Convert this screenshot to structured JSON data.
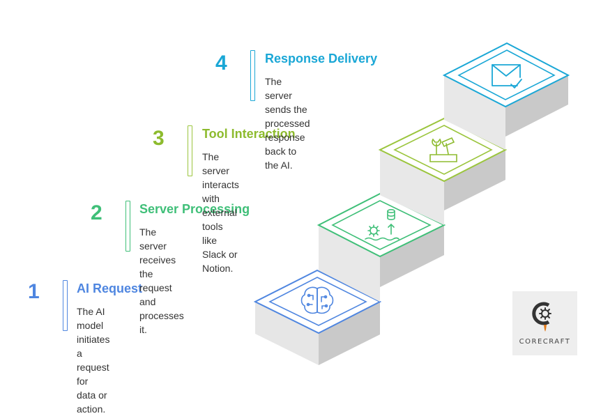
{
  "steps": [
    {
      "number": "1",
      "title": "AI Request",
      "description": "The AI model initiates a request for\ndata or action.",
      "color": "#4f86e0",
      "icon": "brain-circuit-icon"
    },
    {
      "number": "2",
      "title": "Server Processing",
      "description": "The server receives the request\nand processes it.",
      "color": "#3fbf78",
      "icon": "gear-database-icon"
    },
    {
      "number": "3",
      "title": "Tool Interaction",
      "description": "The server interacts with external\ntools like Slack or Notion.",
      "color": "#8dbb2e",
      "icon": "toolbox-icon"
    },
    {
      "number": "4",
      "title": "Response Delivery",
      "description": "The server sends the processed\nresponse back to the AI.",
      "color": "#1aa7d6",
      "icon": "envelope-check-icon"
    }
  ],
  "logo": {
    "text": "CORECRAFT"
  }
}
